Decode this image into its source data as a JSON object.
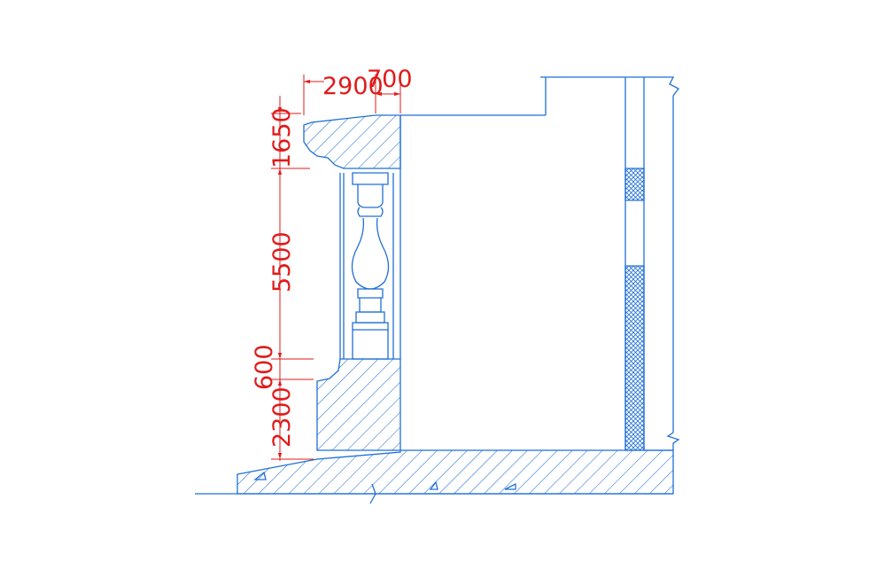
{
  "colors": {
    "line": "#1f6fd6",
    "dimension": "#e01b1b",
    "background": "#ffffff"
  },
  "dimensions": {
    "top_width_overhang": "2900",
    "top_width_rail": "700",
    "cap_height": "1650",
    "baluster_height": "5500",
    "base_molding": "600",
    "plinth_height": "2300"
  },
  "drawing": {
    "type": "balustrade-section",
    "hatch": "diagonal",
    "wall_fill": "crosshatch"
  }
}
